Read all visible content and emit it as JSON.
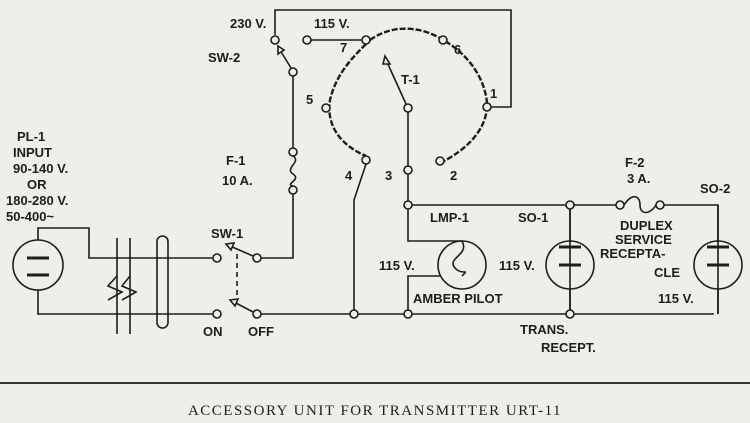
{
  "labels": {
    "v230": "230 V.",
    "v115_top": "115 V.",
    "sw2": "SW-2",
    "pl1": "PL-1",
    "input": "INPUT",
    "range1": "90-140 V.",
    "or": "OR",
    "range2": "180-280 V.",
    "freq": "50-400~",
    "f1": "F-1",
    "f1_rating": "10 A.",
    "sw1": "SW-1",
    "on": "ON",
    "off": "OFF",
    "t1": "T-1",
    "tap1": "1",
    "tap2": "2",
    "tap3": "3",
    "tap4": "4",
    "tap5": "5",
    "tap6": "6",
    "tap7": "7",
    "lmp1": "LMP-1",
    "lmp_v": "115 V.",
    "amber": "AMBER PILOT",
    "so1": "SO-1",
    "so1_v": "115 V.",
    "trans": "TRANS.",
    "recept": "RECEPT.",
    "f2": "F-2",
    "f2_rating": "3 A.",
    "duplex1": "DUPLEX",
    "duplex2": "SERVICE",
    "duplex3": "RECEPTA-",
    "duplex4": "CLE",
    "so2": "SO-2",
    "so2_v": "115 V."
  },
  "caption": "ACCESSORY UNIT FOR TRANSMITTER URT-11"
}
